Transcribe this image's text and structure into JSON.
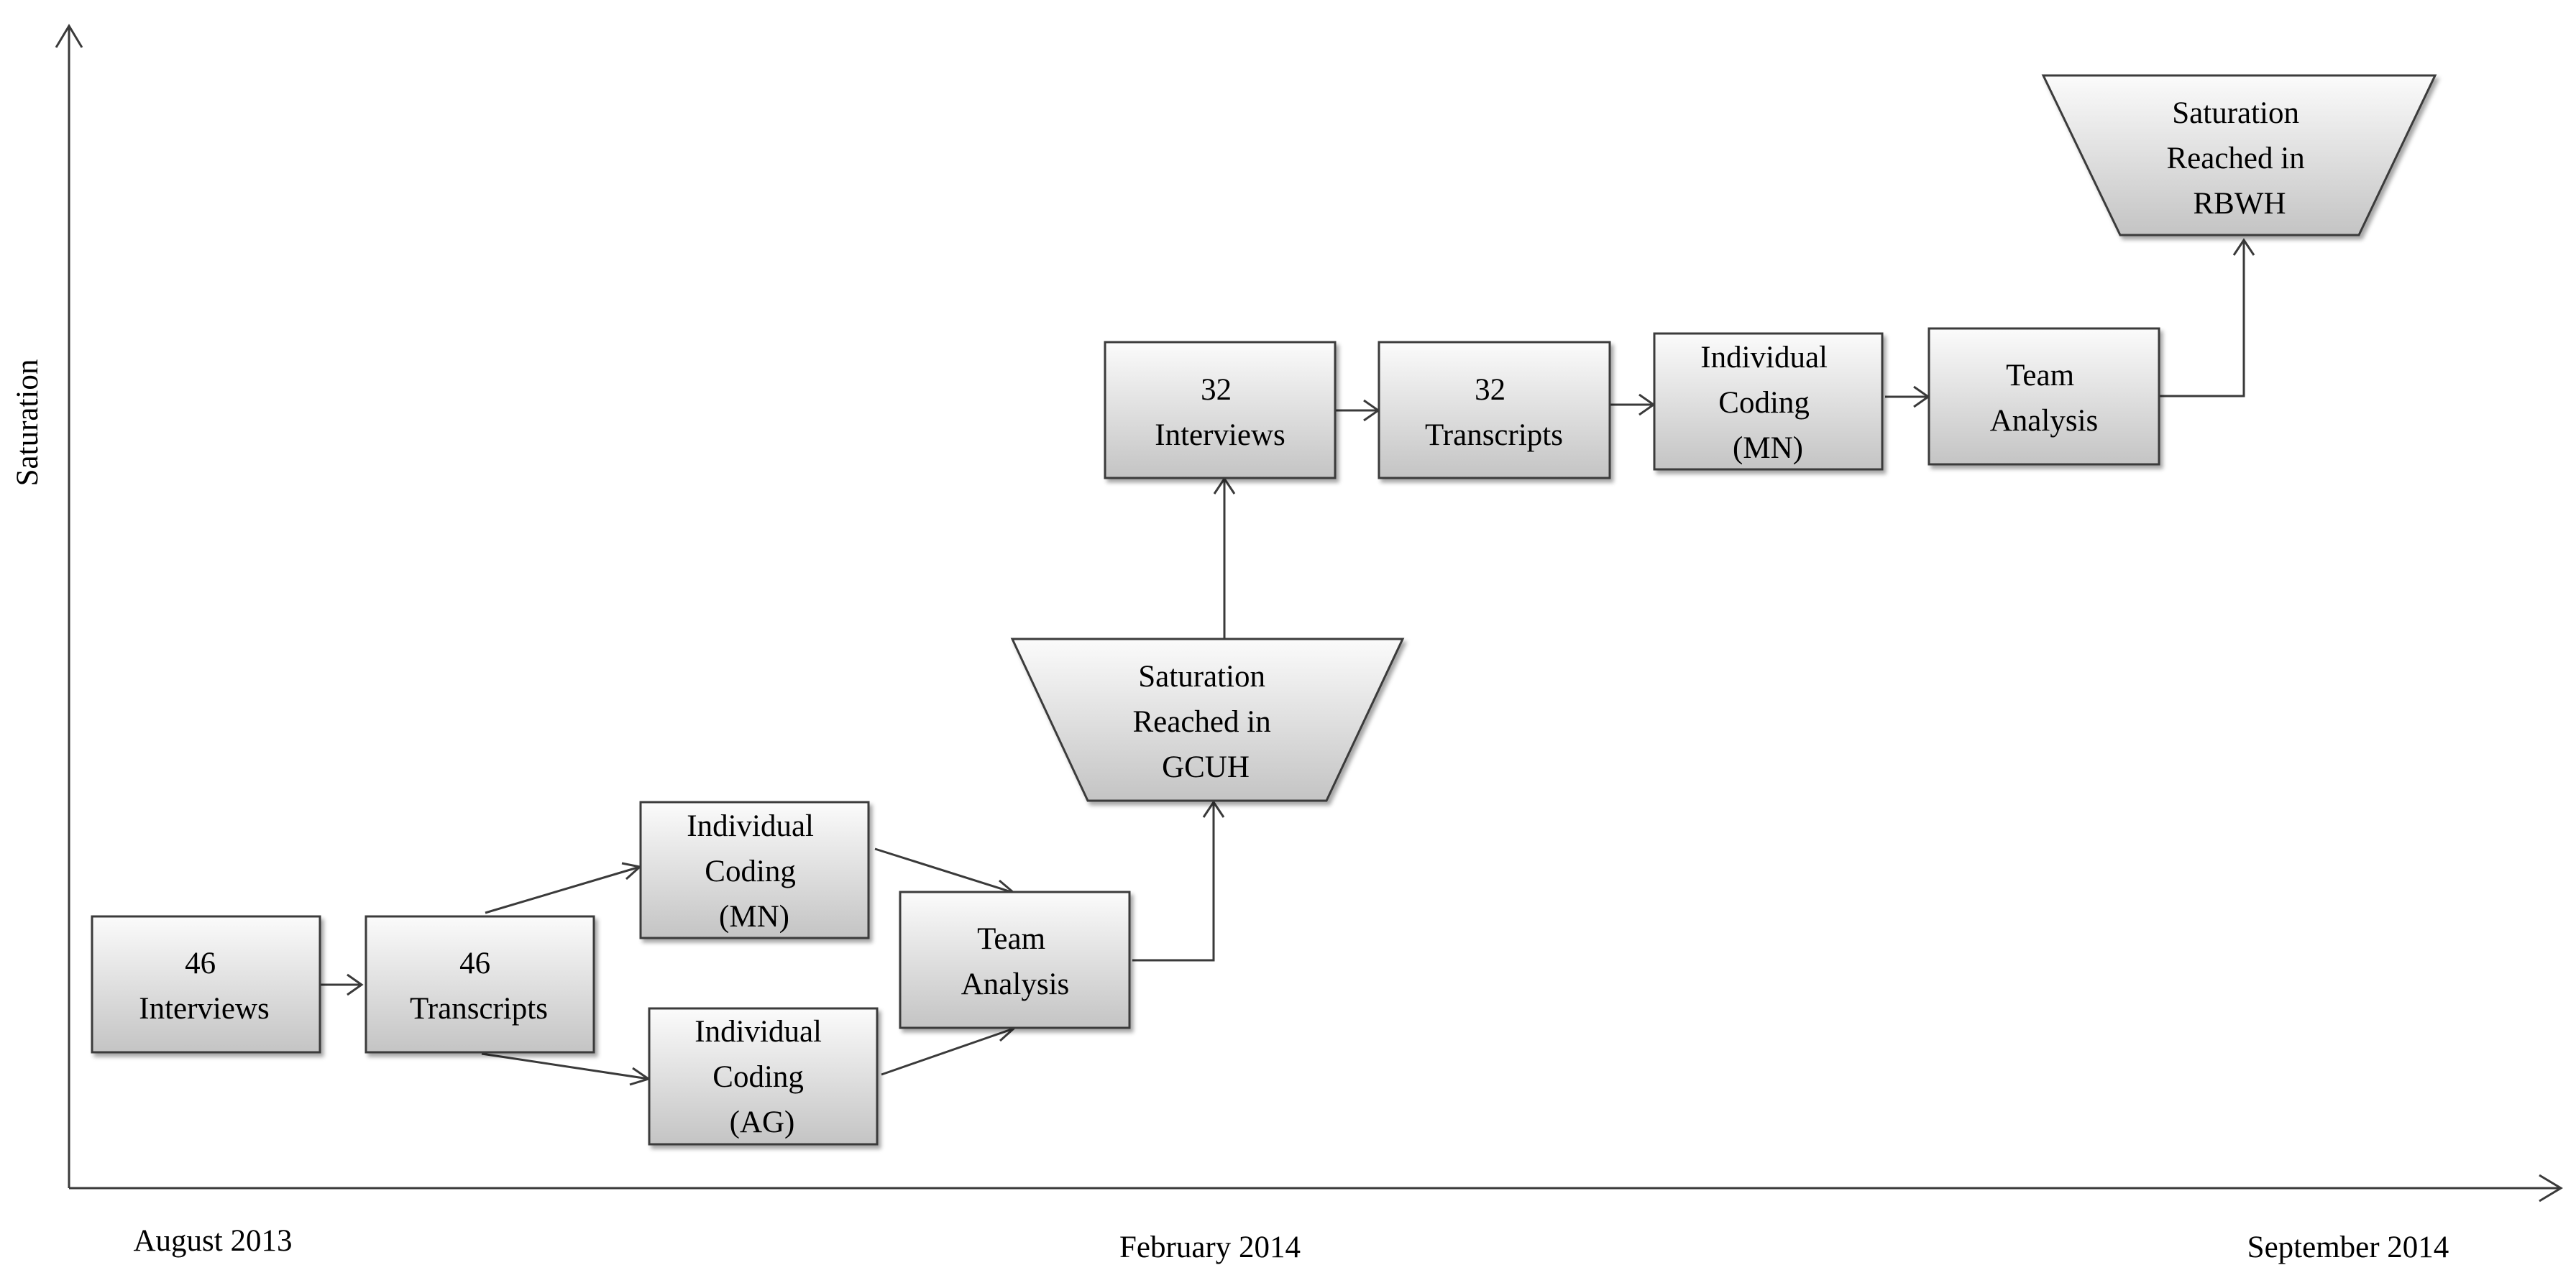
{
  "axes": {
    "y_label": "Saturation",
    "x_labels": {
      "start": "August 2013",
      "middle": "February 2014",
      "end": "September 2014"
    }
  },
  "nodes": {
    "interviews_46": {
      "lines": [
        "46",
        "Interviews"
      ]
    },
    "transcripts_46": {
      "lines": [
        "46",
        "Transcripts"
      ]
    },
    "coding_mn_1": {
      "lines": [
        "Individual",
        "Coding",
        "(MN)"
      ]
    },
    "coding_ag": {
      "lines": [
        "Individual",
        "Coding",
        "(AG)"
      ]
    },
    "team_analysis_1": {
      "lines": [
        "Team",
        "Analysis"
      ]
    },
    "saturation_gcuh": {
      "lines": [
        "Saturation",
        "Reached in",
        "GCUH"
      ]
    },
    "interviews_32": {
      "lines": [
        "32",
        "Interviews"
      ]
    },
    "transcripts_32": {
      "lines": [
        "32",
        "Transcripts"
      ]
    },
    "coding_mn_2": {
      "lines": [
        "Individual",
        "Coding",
        "(MN)"
      ]
    },
    "team_analysis_2": {
      "lines": [
        "Team",
        "Analysis"
      ]
    },
    "saturation_rbwh": {
      "lines": [
        "Saturation",
        "Reached in",
        "RBWH"
      ]
    }
  },
  "colors": {
    "box_gradient_top": "#fbfbfb",
    "box_gradient_bottom": "#c4c4c4",
    "stroke": "#3a3a3a"
  }
}
